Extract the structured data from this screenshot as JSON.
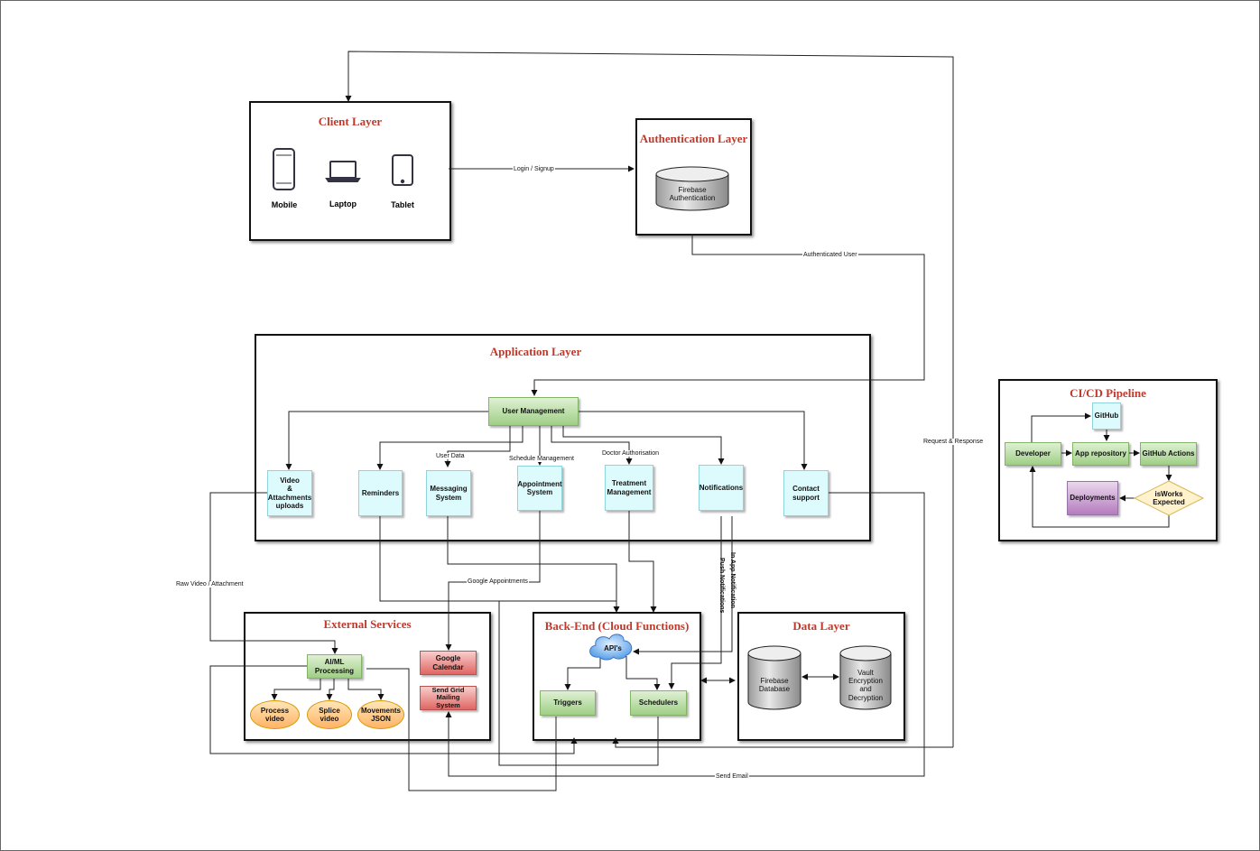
{
  "layers": {
    "client": "Client Layer",
    "auth": "Authentication Layer",
    "application": "Application Layer",
    "external": "External Services",
    "backend": "Back-End (Cloud Functions)",
    "data": "Data Layer",
    "cicd": "CI/CD Pipeline"
  },
  "client_devices": [
    {
      "label": "Mobile",
      "icon": "mobile-icon"
    },
    {
      "label": "Laptop",
      "icon": "laptop-icon"
    },
    {
      "label": "Tablet",
      "icon": "tablet-icon"
    }
  ],
  "auth": {
    "db": "Firebase\nAuthentication"
  },
  "app": {
    "user_management": "User Management",
    "video_uploads": "Video\n&\nAttachments\nuploads",
    "reminders": "Reminders",
    "messaging": "Messaging\nSystem",
    "appointment": "Appointment\nSystem",
    "treatment": "Treatment\nManagement",
    "notifications": "Notifications",
    "contact": "Contact\nsupport"
  },
  "external": {
    "ai_ml": "AI/ML\nProcessing",
    "process_video": "Process\nvideo",
    "splice_video": "Splice\nvideo",
    "movements_json": "Movements\nJSON",
    "google_calendar": "Google Calendar",
    "sendgrid": "Send Grid\nMailing\nSystem"
  },
  "backend": {
    "apis": "API's",
    "triggers": "Triggers",
    "schedulers": "Schedulers"
  },
  "data_layer": {
    "firebase_db": "Firebase\nDatabase",
    "vault": "Vault\nEncryption\nand\nDecryption"
  },
  "cicd": {
    "github": "GitHub",
    "developer": "Developer",
    "app_repo": "App repository",
    "github_actions": "GitHub Actions",
    "deployments": "Deployments",
    "decision": "isWorks\nExpected"
  },
  "edges": {
    "login": "Login / Signup",
    "authenticated_user": "Authenticated User",
    "request_response": "Request & Response",
    "user_data": "User Data",
    "schedule_mgmt": "Schedule Management",
    "doctor_auth": "Doctor Authorisation",
    "raw_video": "Raw Video / Attachment",
    "google_appointments": "Google Appointments",
    "in_app_notification": "In App Notification",
    "push_notifications": "Push Notifications",
    "send_email": "Send Email"
  },
  "colors": {
    "title_red": "#c0392b",
    "cyan_fill": "#ddfbfd",
    "green_fill": "#9fcf86",
    "red_fill": "#e06663",
    "purple_fill": "#b57cbf",
    "orange_fill": "#ffb366",
    "decision_fill": "#fff2cc"
  }
}
